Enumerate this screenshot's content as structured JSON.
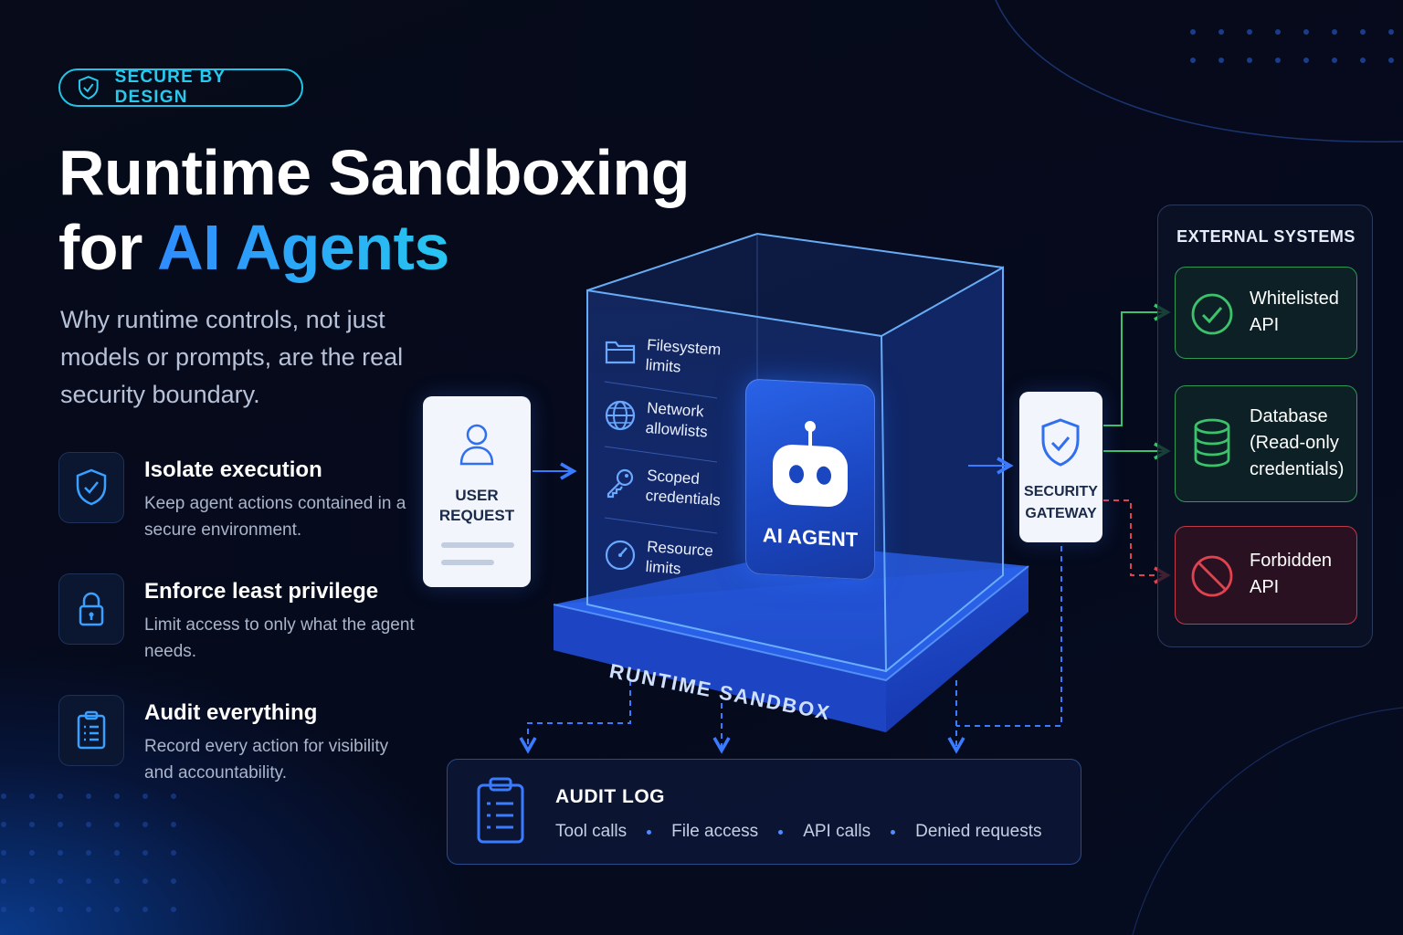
{
  "badge": {
    "label": "SECURE BY DESIGN",
    "icon": "shield-check-icon"
  },
  "title": {
    "line1": "Runtime Sandboxing",
    "line2_prefix": "for ",
    "line2_accent": "AI Agents"
  },
  "subtitle": "Why runtime controls, not just models or prompts, are the real security boundary.",
  "features": [
    {
      "title": "Isolate execution",
      "description": "Keep agent actions contained in a secure environment.",
      "icon": "shield-check-icon"
    },
    {
      "title": "Enforce least privilege",
      "description": "Limit access to only what the agent needs.",
      "icon": "lock-icon"
    },
    {
      "title": "Audit everything",
      "description": "Record every action for visibility and accountability.",
      "icon": "clipboard-icon"
    }
  ],
  "user_request": {
    "label_line1": "USER",
    "label_line2": "REQUEST",
    "icon": "user-icon"
  },
  "sandbox": {
    "label": "RUNTIME SANDBOX",
    "limits": [
      {
        "line1": "Filesystem",
        "line2": "limits",
        "icon": "folder-icon"
      },
      {
        "line1": "Network",
        "line2": "allowlists",
        "icon": "globe-icon"
      },
      {
        "line1": "Scoped",
        "line2": "credentials",
        "icon": "key-icon"
      },
      {
        "line1": "Resource",
        "line2": "limits",
        "icon": "gauge-icon"
      }
    ]
  },
  "agent": {
    "label": "AI AGENT",
    "icon": "robot-icon"
  },
  "gateway": {
    "label_line1": "SECURITY",
    "label_line2": "GATEWAY",
    "icon": "shield-check-icon"
  },
  "external_systems": {
    "title": "EXTERNAL SYSTEMS",
    "items": [
      {
        "lines": [
          "Whitelisted",
          "API"
        ],
        "status": "allowed",
        "icon": "check-circle-icon"
      },
      {
        "lines": [
          "Database",
          "(Read-only",
          "credentials)"
        ],
        "status": "allowed",
        "icon": "database-icon"
      },
      {
        "lines": [
          "Forbidden",
          "API"
        ],
        "status": "denied",
        "icon": "forbidden-icon"
      }
    ]
  },
  "audit_log": {
    "title": "AUDIT LOG",
    "items": [
      "Tool calls",
      "File access",
      "API calls",
      "Denied requests"
    ],
    "icon": "clipboard-icon"
  },
  "colors": {
    "accent_blue": "#2f8cff",
    "accent_cyan": "#27c6f0",
    "allowed_green": "#3cc26a",
    "denied_red": "#e0434f"
  }
}
